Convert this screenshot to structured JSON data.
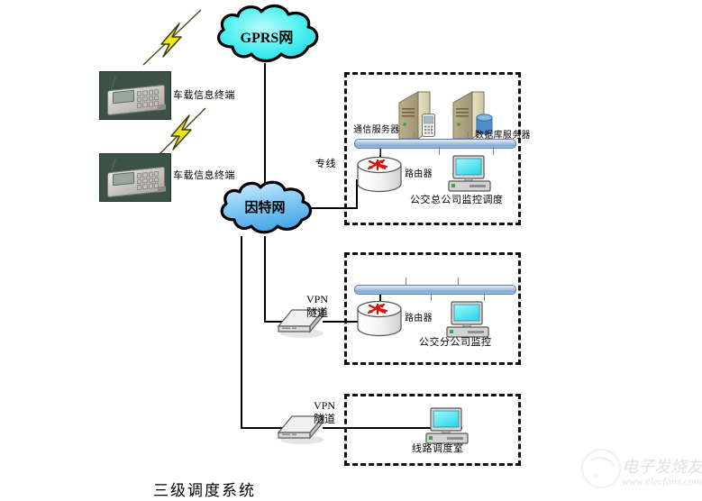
{
  "diagram": {
    "caption": "三级调度系统",
    "clouds": [
      {
        "id": "gprs",
        "label": "GPRS网",
        "color": "#4ff0f0"
      },
      {
        "id": "internet",
        "label": "因特网",
        "color": "#7ec8f5"
      }
    ],
    "terminals": [
      {
        "id": "terminal-top",
        "label": "车载信息终端"
      },
      {
        "id": "terminal-bottom",
        "label": "车载信息终端"
      }
    ],
    "link_labels": {
      "dedicated_line": "专线",
      "vpn_tunnel_middle": "VPN\n隧道",
      "vpn_line1": "VPN",
      "vpn_line2": "隧道"
    },
    "sections": [
      {
        "id": "head-office",
        "servers": [
          {
            "id": "comm-server",
            "label": "通信服务器",
            "badge": "phone"
          },
          {
            "id": "db-server",
            "label": "数据库服务器",
            "badge": "database"
          }
        ],
        "router_label": "路由器",
        "workstation_label": "公交总公司监控调度"
      },
      {
        "id": "branch-office",
        "router_label": "路由器",
        "workstation_label": "公交分公司监控"
      },
      {
        "id": "line-dispatch-room",
        "workstation_label": "线路调度室"
      }
    ],
    "watermark": {
      "brand": "电子发烧友",
      "url": "www.elecfans.com"
    }
  }
}
